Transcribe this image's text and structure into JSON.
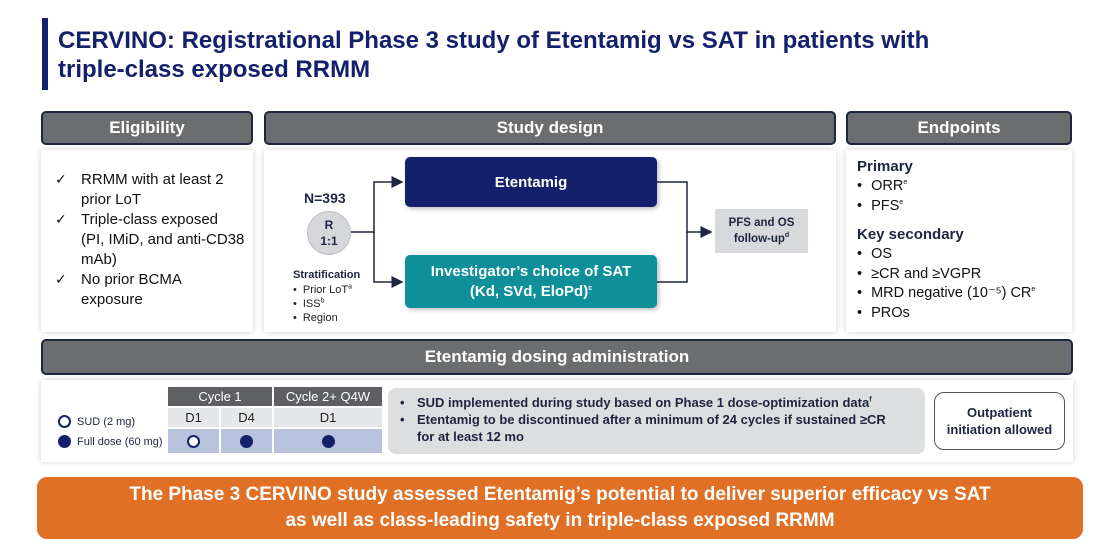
{
  "title": {
    "line1": "CERVINO: Registrational Phase 3 study of Etentamig vs SAT in patients with",
    "line2": "triple-class exposed RRMM"
  },
  "eligibility": {
    "header": "Eligibility",
    "items": [
      "RRMM with at least 2 prior LoT",
      "Triple-class exposed (PI, IMiD, and anti-CD38 mAb)",
      "No prior BCMA exposure"
    ]
  },
  "study_design": {
    "header": "Study design",
    "n_label": "N=393",
    "randomization": {
      "r": "R",
      "ratio": "1:1"
    },
    "arm1": "Etentamig",
    "arm2": {
      "line1": "Investigator’s choice of SAT",
      "line2": "(Kd, SVd, EloPd)",
      "sup": "c"
    },
    "followup": {
      "line1": "PFS and OS",
      "line2": "follow-up",
      "sup": "d"
    },
    "stratification": {
      "title": "Stratification",
      "items": [
        {
          "text": "Prior LoT",
          "sup": "a"
        },
        {
          "text": "ISS",
          "sup": "b"
        },
        {
          "text": "Region",
          "sup": ""
        }
      ]
    }
  },
  "endpoints": {
    "header": "Endpoints",
    "primary": {
      "title": "Primary",
      "items": [
        {
          "text": "ORR",
          "sup": "e"
        },
        {
          "text": "PFS",
          "sup": "e"
        }
      ]
    },
    "key_secondary": {
      "title": "Key secondary",
      "items": [
        {
          "text": "OS",
          "sup": ""
        },
        {
          "text": "≥CR and ≥VGPR",
          "sup": ""
        },
        {
          "text": "MRD negative (10⁻⁵) CR",
          "sup": "e"
        },
        {
          "text": "PROs",
          "sup": ""
        }
      ]
    }
  },
  "dosing": {
    "header": "Etentamig dosing administration",
    "legend": {
      "sud": "SUD (2 mg)",
      "full": "Full dose (60 mg)"
    },
    "cycle1": "Cycle 1",
    "cycle2": "Cycle 2+ Q4W",
    "days": [
      "D1",
      "D4",
      "D1"
    ],
    "notes": [
      {
        "text": "SUD implemented during study based on Phase 1 dose-optimization data",
        "sup": "f"
      },
      {
        "text": "Etentamig to be discontinued after a minimum of 24 cycles if sustained ≥CR for at least 12 mo",
        "sup": ""
      }
    ],
    "outpatient": {
      "line1": "Outpatient",
      "line2": "initiation allowed"
    }
  },
  "banner": {
    "line1": "The Phase 3 CERVINO study assessed Etentamig’s potential to deliver superior efficacy vs SAT",
    "line2": "as well as class-leading safety in triple-class exposed RRMM"
  },
  "colors": {
    "navy": "#14206b",
    "teal": "#0f8f9a",
    "orange": "#e07025",
    "header_gray": "#6b6d6f"
  }
}
